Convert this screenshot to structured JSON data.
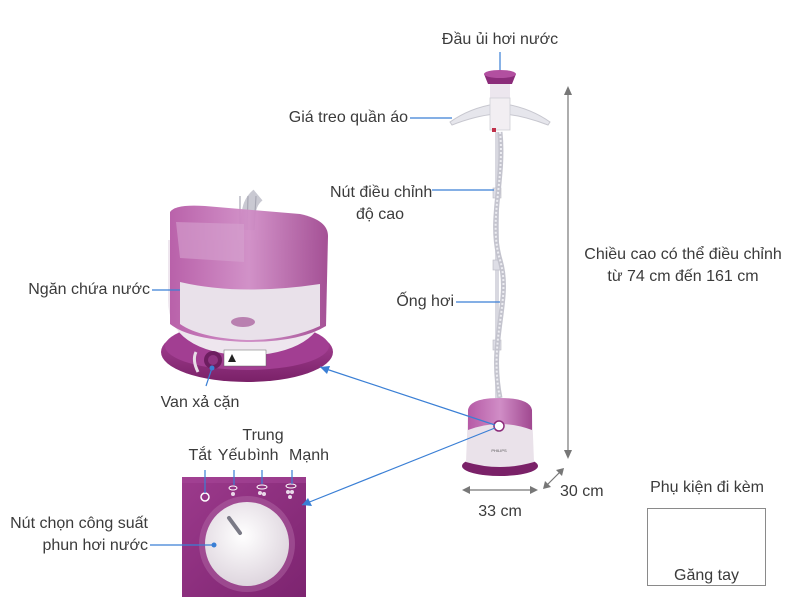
{
  "labels": {
    "head": "Đầu ủi hơi nước",
    "hanger": "Giá treo quần áo",
    "height_knob_line1": "Nút điều chỉnh",
    "height_knob_line2": "độ cao",
    "height_range_line1": "Chiều cao có thể điều chỉnh",
    "height_range_line2": "từ 74 cm đến 161 cm",
    "hose": "Ống hơi",
    "tank": "Ngăn chứa nước",
    "drain": "Van xả cặn",
    "power_selector_line1": "Nút chọn công suất",
    "power_selector_line2": "phun hơi nước",
    "width": "33 cm",
    "depth": "30 cm",
    "accessories_title": "Phụ kiện đi kèm",
    "glove": "Găng tay"
  },
  "power_levels": {
    "off": "Tắt",
    "low": "Yếu",
    "medium_line1": "Trung",
    "medium_line2": "bình",
    "high": "Mạnh"
  },
  "brand": "PHILIPS",
  "colors": {
    "purple": "#8b2c7a",
    "purple_light": "#c06db0",
    "body_white": "#ece4ec",
    "callout_line": "#3a7fd5",
    "dimension_line": "#777777"
  }
}
